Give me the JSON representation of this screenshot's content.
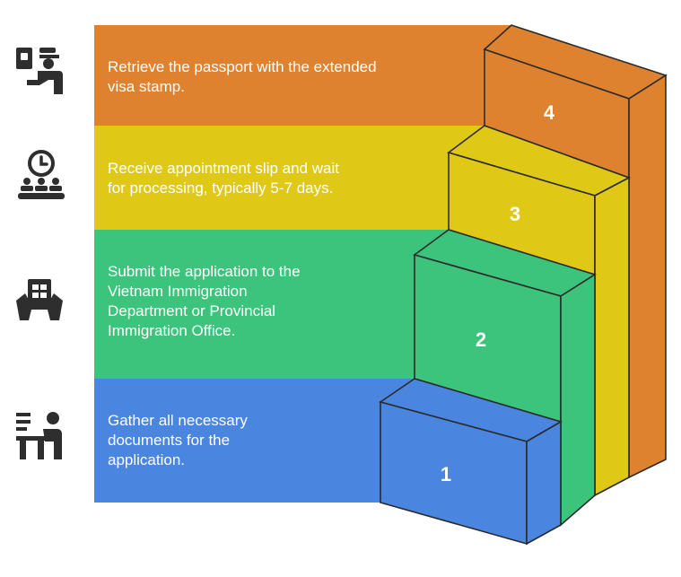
{
  "steps": [
    {
      "number": "1",
      "text": "Gather all necessary\ndocuments for the\napplication.",
      "color": "#4A86E0",
      "icon": "person-at-desk-documents-icon"
    },
    {
      "number": "2",
      "text": "Submit the application to the\nVietnam Immigration\nDepartment or Provincial\nImmigration Office.",
      "color": "#3CC47C",
      "icon": "hands-submitting-document-icon"
    },
    {
      "number": "3",
      "text": "Receive appointment slip and wait\nfor processing, typically 5-7 days.",
      "color": "#DFC916",
      "icon": "clock-waiting-queue-icon"
    },
    {
      "number": "4",
      "text": "Retrieve the passport with the extended\nvisa stamp.",
      "color": "#DE8230",
      "icon": "officer-with-passport-icon"
    }
  ],
  "colors": {
    "text": "#FFFFFF",
    "icon": "#2E2E2E"
  }
}
